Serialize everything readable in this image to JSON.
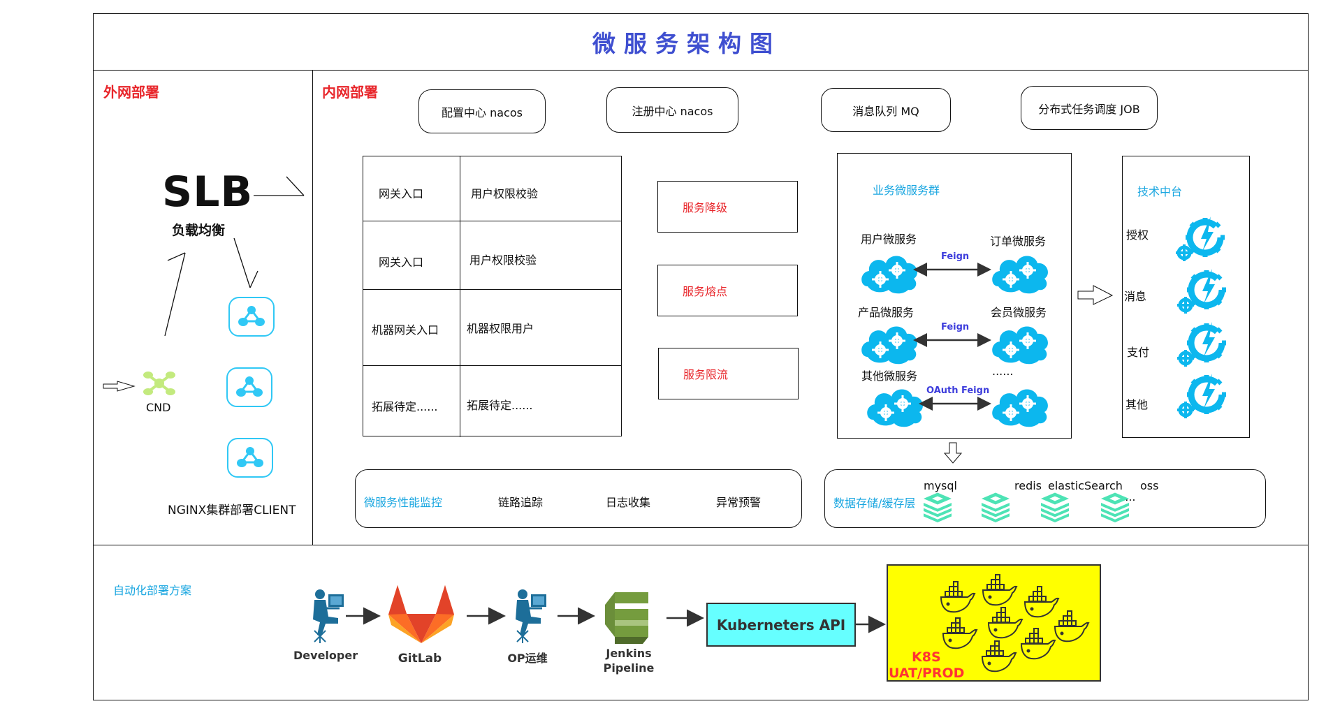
{
  "title": "微服务架构图",
  "sections": {
    "external": "外网部署",
    "internal": "内网部署",
    "automation": "自动化部署方案"
  },
  "external": {
    "slb": "SLB",
    "slb_sub": "负载均衡",
    "cdn": "CND",
    "nginx": "NGINX集群部署CLIENT"
  },
  "infra_pills": [
    {
      "label": "配置中心  nacos"
    },
    {
      "label": "注册中心  nacos"
    },
    {
      "label": "消息队列  MQ"
    },
    {
      "label": "分布式任务调度  JOB"
    }
  ],
  "gateway_table": [
    {
      "left": "网关入口",
      "right": "用户权限校验"
    },
    {
      "left": "网关入口",
      "right": "用户权限校验"
    },
    {
      "left": "机器网关入口",
      "right": "机器权限用户"
    },
    {
      "left": "拓展待定......",
      "right": "拓展待定......"
    }
  ],
  "resilience": [
    {
      "label": "服务降级"
    },
    {
      "label": "服务熔点"
    },
    {
      "label": "服务限流"
    }
  ],
  "business": {
    "title": "业务微服务群",
    "pairs": [
      {
        "left": "用户微服务",
        "right": "订单微服务",
        "link": "Feign"
      },
      {
        "left": "产品微服务",
        "right": "会员微服务",
        "link": "Feign"
      },
      {
        "left": "其他微服务",
        "right": "......",
        "link": "OAuth Feign"
      }
    ]
  },
  "tech_platform": {
    "title": "技术中台",
    "items": [
      {
        "label": "授权"
      },
      {
        "label": "消息"
      },
      {
        "label": "支付"
      },
      {
        "label": "其他"
      }
    ]
  },
  "monitoring": {
    "title": "微服务性能监控",
    "items": [
      "链路追踪",
      "日志收集",
      "异常预警"
    ]
  },
  "storage": {
    "title": "数据存储/缓存层",
    "items": [
      "mysql",
      "redis",
      "elasticSearch",
      "oss"
    ],
    "more": "......"
  },
  "pipeline": {
    "steps": [
      "Developer",
      "GitLab",
      "OP运维",
      "Jenkins\nPipeline"
    ],
    "jenkins_line1": "Jenkins",
    "jenkins_line2": "Pipeline",
    "k8s_api": "Kuberneters API",
    "k8s_line1": "K8S",
    "k8s_line2": "UAT/PROD"
  },
  "colors": {
    "title": "#3f4fd0",
    "section_red": "#e8262b",
    "accent_blue": "#19a6e0",
    "cloud": "#0cb7ee",
    "storage_green": "#4de3b5",
    "k8s_api_bg": "#66ffff",
    "k8s_bg": "#ffff00"
  }
}
